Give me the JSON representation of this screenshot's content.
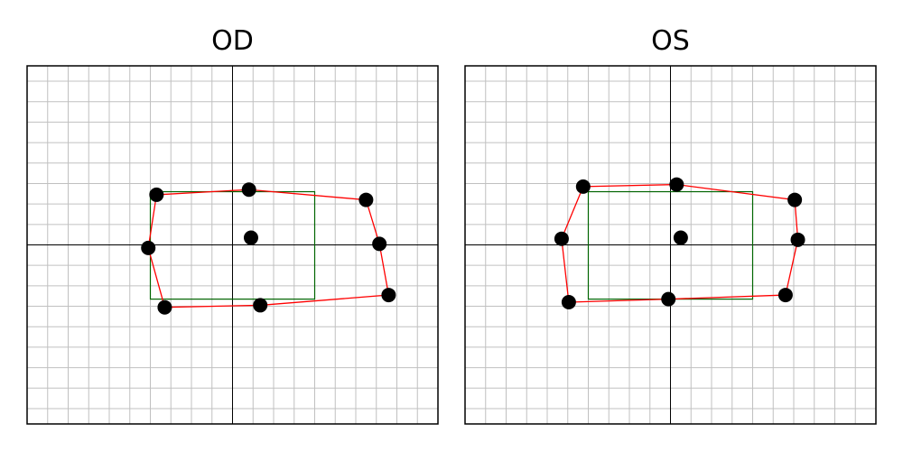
{
  "chart_data": [
    {
      "type": "scatter",
      "title": "OD",
      "xlim": [
        -20,
        20
      ],
      "ylim": [
        -17.5,
        17.5
      ],
      "grid": true,
      "grid_step": 2,
      "colors": {
        "grid": "#c0c0c0",
        "axes": "#000000",
        "rect": "#006400",
        "polygon": "#ff0000",
        "points": "#000000"
      },
      "rect": {
        "x": [
          -8,
          8
        ],
        "y": [
          -5.3,
          5.2
        ]
      },
      "points": [
        {
          "x": -7.4,
          "y": 4.9
        },
        {
          "x": 1.6,
          "y": 5.4
        },
        {
          "x": 13,
          "y": 4.4
        },
        {
          "x": 14.3,
          "y": 0.1
        },
        {
          "x": 15.2,
          "y": -4.9
        },
        {
          "x": 2.7,
          "y": -5.9
        },
        {
          "x": -6.6,
          "y": -6.1
        },
        {
          "x": -8.2,
          "y": -0.3
        },
        {
          "x": 1.8,
          "y": 0.7
        }
      ],
      "polygon": [
        {
          "x": -7.4,
          "y": 4.9
        },
        {
          "x": 1.6,
          "y": 5.4
        },
        {
          "x": 13,
          "y": 4.4
        },
        {
          "x": 14.3,
          "y": 0.1
        },
        {
          "x": 15.2,
          "y": -4.9
        },
        {
          "x": 2.7,
          "y": -5.9
        },
        {
          "x": -6.6,
          "y": -6.1
        },
        {
          "x": -8.2,
          "y": -0.3
        },
        {
          "x": -7.4,
          "y": 4.9
        }
      ]
    },
    {
      "type": "scatter",
      "title": "OS",
      "xlim": [
        -20,
        20
      ],
      "ylim": [
        -17.5,
        17.5
      ],
      "grid": true,
      "grid_step": 2,
      "colors": {
        "grid": "#c0c0c0",
        "axes": "#000000",
        "rect": "#006400",
        "polygon": "#ff0000",
        "points": "#000000"
      },
      "rect": {
        "x": [
          -8,
          8
        ],
        "y": [
          -5.3,
          5.2
        ]
      },
      "points": [
        {
          "x": -8.5,
          "y": 5.7
        },
        {
          "x": 0.6,
          "y": 5.9
        },
        {
          "x": 12.1,
          "y": 4.4
        },
        {
          "x": 12.4,
          "y": 0.5
        },
        {
          "x": 11.2,
          "y": -4.9
        },
        {
          "x": -0.2,
          "y": -5.3
        },
        {
          "x": -9.9,
          "y": -5.6
        },
        {
          "x": -10.6,
          "y": 0.6
        },
        {
          "x": 1,
          "y": 0.7
        }
      ],
      "polygon": [
        {
          "x": -8.5,
          "y": 5.7
        },
        {
          "x": 0.6,
          "y": 5.9
        },
        {
          "x": 12.1,
          "y": 4.4
        },
        {
          "x": 12.4,
          "y": 0.5
        },
        {
          "x": 11.2,
          "y": -4.9
        },
        {
          "x": -0.2,
          "y": -5.3
        },
        {
          "x": -9.9,
          "y": -5.6
        },
        {
          "x": -10.6,
          "y": 0.6
        },
        {
          "x": -8.5,
          "y": 5.7
        }
      ]
    }
  ]
}
